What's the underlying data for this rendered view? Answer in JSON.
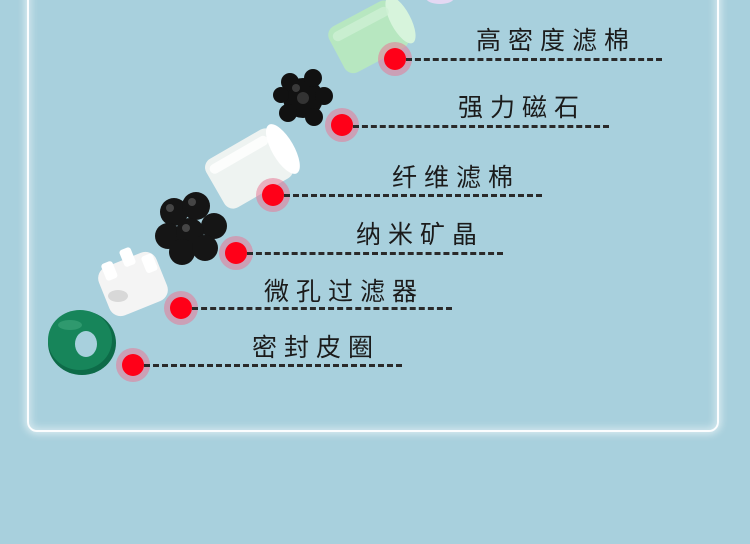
{
  "layers": [
    {
      "id": "high-density-filter-cotton",
      "label": "高密度滤棉",
      "color": "#b9eac2"
    },
    {
      "id": "strong-magnet",
      "label": "强力磁石",
      "color": "#111111"
    },
    {
      "id": "fiber-filter-cotton",
      "label": "纤维滤棉",
      "color": "#f2f6f4"
    },
    {
      "id": "nano-mineral-crystal",
      "label": "纳米矿晶",
      "color": "#161616"
    },
    {
      "id": "microporous-filter",
      "label": "微孔过滤器",
      "color": "#f7f7f7"
    },
    {
      "id": "sealing-ring",
      "label": "密封皮圈",
      "color": "#107a55"
    }
  ],
  "marker_color": "#ff0018"
}
